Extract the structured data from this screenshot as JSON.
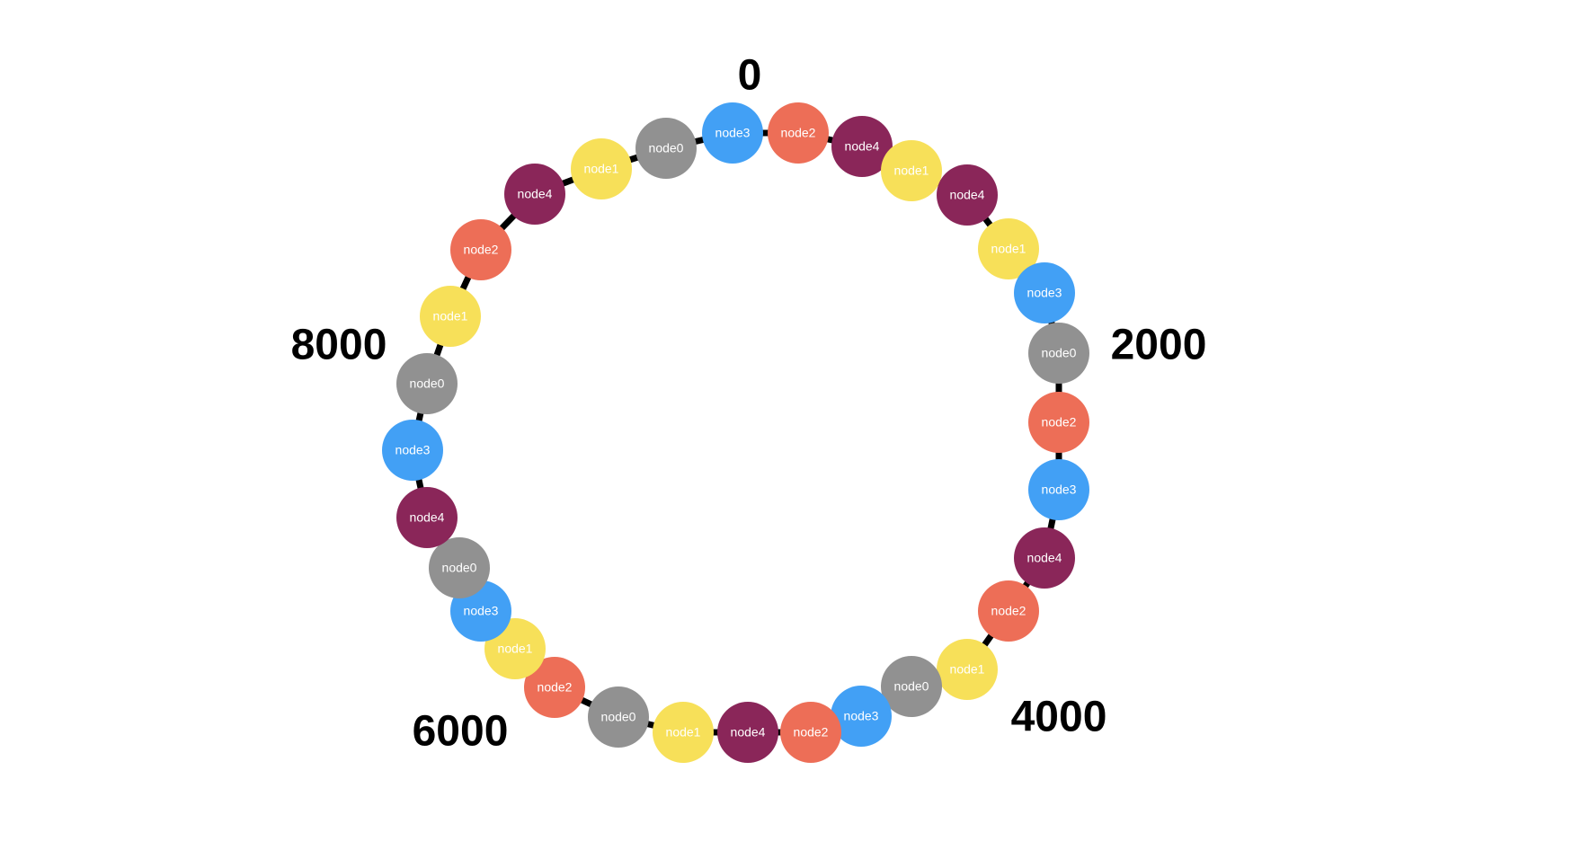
{
  "ring": {
    "position_labels": [
      "0",
      "2000",
      "4000",
      "6000",
      "8000"
    ],
    "nodes": [
      {
        "name": "node3",
        "color": "#42a0f5"
      },
      {
        "name": "node2",
        "color": "#ed6e57"
      },
      {
        "name": "node4",
        "color": "#8a2659"
      },
      {
        "name": "node1",
        "color": "#f7e059"
      },
      {
        "name": "node4",
        "color": "#8a2659"
      },
      {
        "name": "node1",
        "color": "#f7e059"
      },
      {
        "name": "node3",
        "color": "#42a0f5"
      },
      {
        "name": "node0",
        "color": "#919191"
      },
      {
        "name": "node2",
        "color": "#ed6e57"
      },
      {
        "name": "node3",
        "color": "#42a0f5"
      },
      {
        "name": "node4",
        "color": "#8a2659"
      },
      {
        "name": "node2",
        "color": "#ed6e57"
      },
      {
        "name": "node1",
        "color": "#f7e059"
      },
      {
        "name": "node0",
        "color": "#919191"
      },
      {
        "name": "node3",
        "color": "#42a0f5"
      },
      {
        "name": "node2",
        "color": "#ed6e57"
      },
      {
        "name": "node4",
        "color": "#8a2659"
      },
      {
        "name": "node1",
        "color": "#f7e059"
      },
      {
        "name": "node0",
        "color": "#919191"
      },
      {
        "name": "node2",
        "color": "#ed6e57"
      },
      {
        "name": "node1",
        "color": "#f7e059"
      },
      {
        "name": "node3",
        "color": "#42a0f5"
      },
      {
        "name": "node0",
        "color": "#919191"
      },
      {
        "name": "node4",
        "color": "#8a2659"
      },
      {
        "name": "node3",
        "color": "#42a0f5"
      },
      {
        "name": "node0",
        "color": "#919191"
      },
      {
        "name": "node1",
        "color": "#f7e059"
      },
      {
        "name": "node2",
        "color": "#ed6e57"
      },
      {
        "name": "node4",
        "color": "#8a2659"
      },
      {
        "name": "node1",
        "color": "#f7e059"
      },
      {
        "name": "node0",
        "color": "#919191"
      }
    ]
  },
  "colors": {
    "background": "#ffffff",
    "ring_line": "#000000",
    "node_text": "#ffffff",
    "label_text": "#000000"
  }
}
